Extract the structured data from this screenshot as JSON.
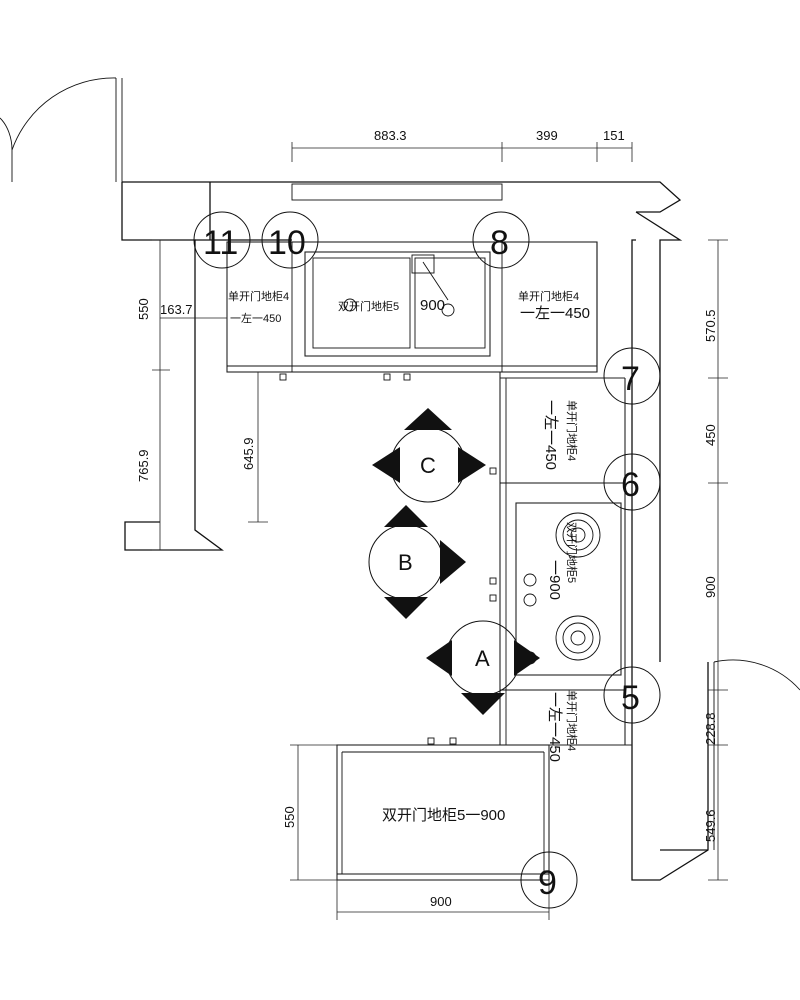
{
  "dimensions": {
    "top_span": "883.3",
    "top_mid": "399",
    "top_right": "151",
    "left_upper": "550",
    "left_small": "163.7",
    "left_total": "765.9",
    "left_inner": "645.9",
    "right_1": "570.5",
    "right_2": "450",
    "right_3": "900",
    "right_4": "228.8",
    "right_5": "549.6",
    "island_depth": "550",
    "island_width": "900"
  },
  "cabinets": {
    "top_left_a": "单开门地柜4",
    "top_left_b": "一左一450",
    "top_left_overlay": "单开门地柜4",
    "sink_cabinet_a": "双开门地柜5",
    "sink_cabinet_b": "900",
    "top_right_a": "单开门地柜4",
    "top_right_b": "一左一450",
    "right_upper_a": "单开门地柜4",
    "right_upper_b": "一左一450",
    "stove_a": "双开门地柜5",
    "stove_b": "一900",
    "right_lower_a": "单开门地柜4",
    "right_lower_b": "一左一450",
    "island": "双开门地柜5一900"
  },
  "markers": [
    "11",
    "10",
    "8",
    "7",
    "6",
    "5",
    "9"
  ],
  "positions": [
    "A",
    "B",
    "C"
  ]
}
